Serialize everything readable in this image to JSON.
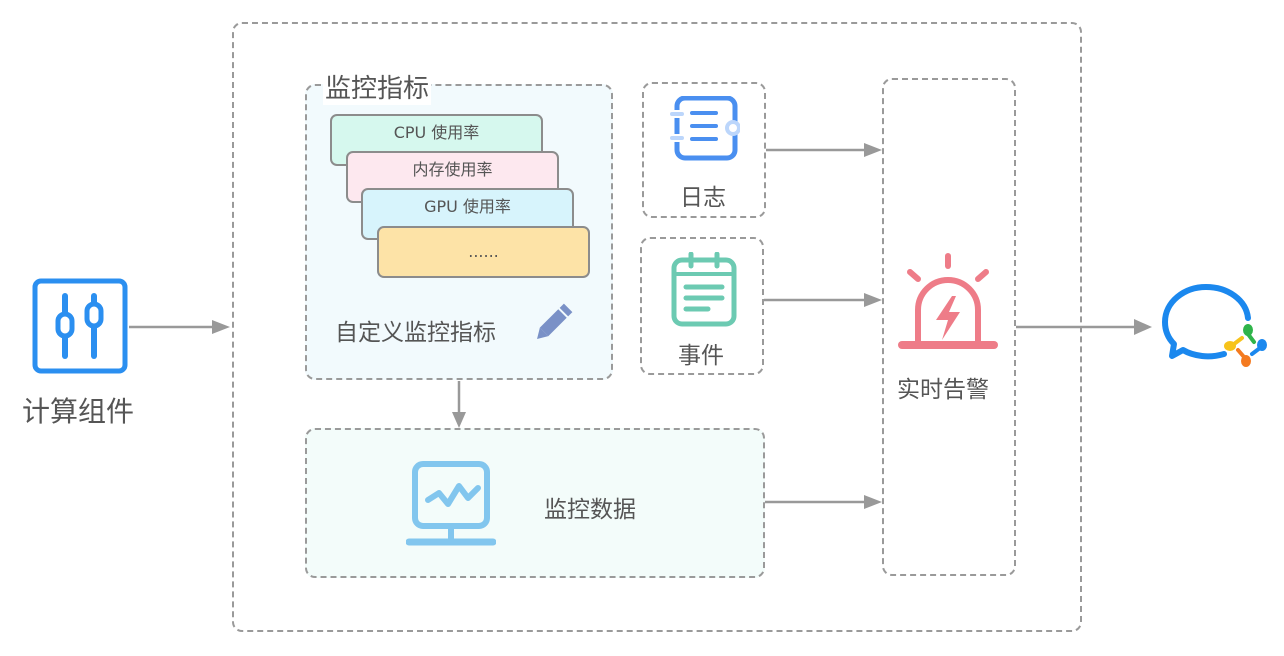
{
  "source": {
    "label": "计算组件",
    "icon": "sliders-icon",
    "color": "#2b8ff0"
  },
  "metrics_group": {
    "title": "监控指标",
    "cards": [
      {
        "label": "CPU 使用率",
        "color": "#d6f8ee"
      },
      {
        "label": "内存使用率",
        "color": "#fde8ef"
      },
      {
        "label": "GPU 使用率",
        "color": "#d7f4fc"
      },
      {
        "label": "......",
        "color": "#fde3a7"
      }
    ],
    "custom_label": "自定义监控指标",
    "custom_icon": "pencil-icon",
    "custom_icon_color": "#7a91c7"
  },
  "logs": {
    "label": "日志",
    "icon": "log-document-icon",
    "color": "#4a8ff0"
  },
  "events": {
    "label": "事件",
    "icon": "calendar-icon",
    "color": "#6ccab2"
  },
  "monitor_data": {
    "label": "监控数据",
    "icon": "monitor-chart-icon",
    "color": "#82c6ee"
  },
  "alert": {
    "label": "实时告警",
    "icon": "alarm-light-icon",
    "color": "#ee7c88"
  },
  "target": {
    "icon": "wecom-icon",
    "color": "#1b88ee"
  }
}
